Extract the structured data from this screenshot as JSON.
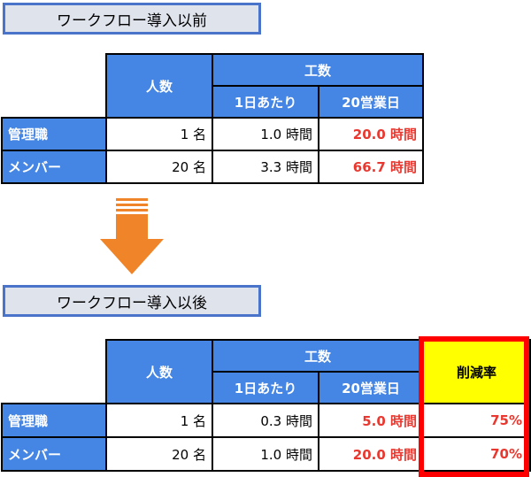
{
  "before": {
    "title": "ワークフロー導入以前",
    "headers": {
      "people": "人数",
      "effort": "工数",
      "per_day": "1日あたり",
      "per_20days": "20営業日"
    },
    "rows": [
      {
        "label": "管理職",
        "people": "1 名",
        "per_day": "1.0 時間",
        "per_20days": "20.0 時間"
      },
      {
        "label": "メンバー",
        "people": "20 名",
        "per_day": "3.3 時間",
        "per_20days": "66.7 時間"
      }
    ]
  },
  "after": {
    "title": "ワークフロー導入以後",
    "headers": {
      "people": "人数",
      "effort": "工数",
      "per_day": "1日あたり",
      "per_20days": "20営業日",
      "reduction": "削減率"
    },
    "rows": [
      {
        "label": "管理職",
        "people": "1 名",
        "per_day": "0.3 時間",
        "per_20days": "5.0 時間",
        "reduction": "75%"
      },
      {
        "label": "メンバー",
        "people": "20 名",
        "per_day": "1.0 時間",
        "per_20days": "20.0 時間",
        "reduction": "70%"
      }
    ]
  },
  "arrow_icon": "down-arrow-icon",
  "colors": {
    "header_blue": "#4585e4",
    "highlight_red": "#e8382f",
    "frame_red": "#ff0000",
    "reduction_yellow": "#ffff00",
    "arrow_orange": "#ef8428"
  }
}
